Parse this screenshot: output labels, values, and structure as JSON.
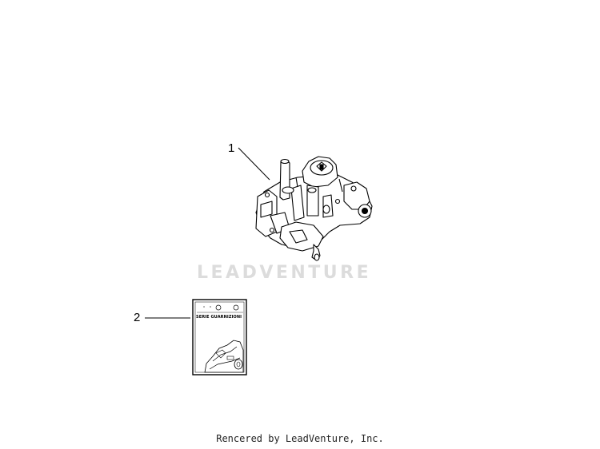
{
  "diagram": {
    "callouts": [
      {
        "number": "1",
        "part": "carburetor"
      },
      {
        "number": "2",
        "part": "gasket-kit"
      }
    ],
    "kit_label": "SERIE GUARNIZIONI",
    "watermark": "LEADVENTURE",
    "footer": "Rencered by LeadVenture, Inc."
  }
}
